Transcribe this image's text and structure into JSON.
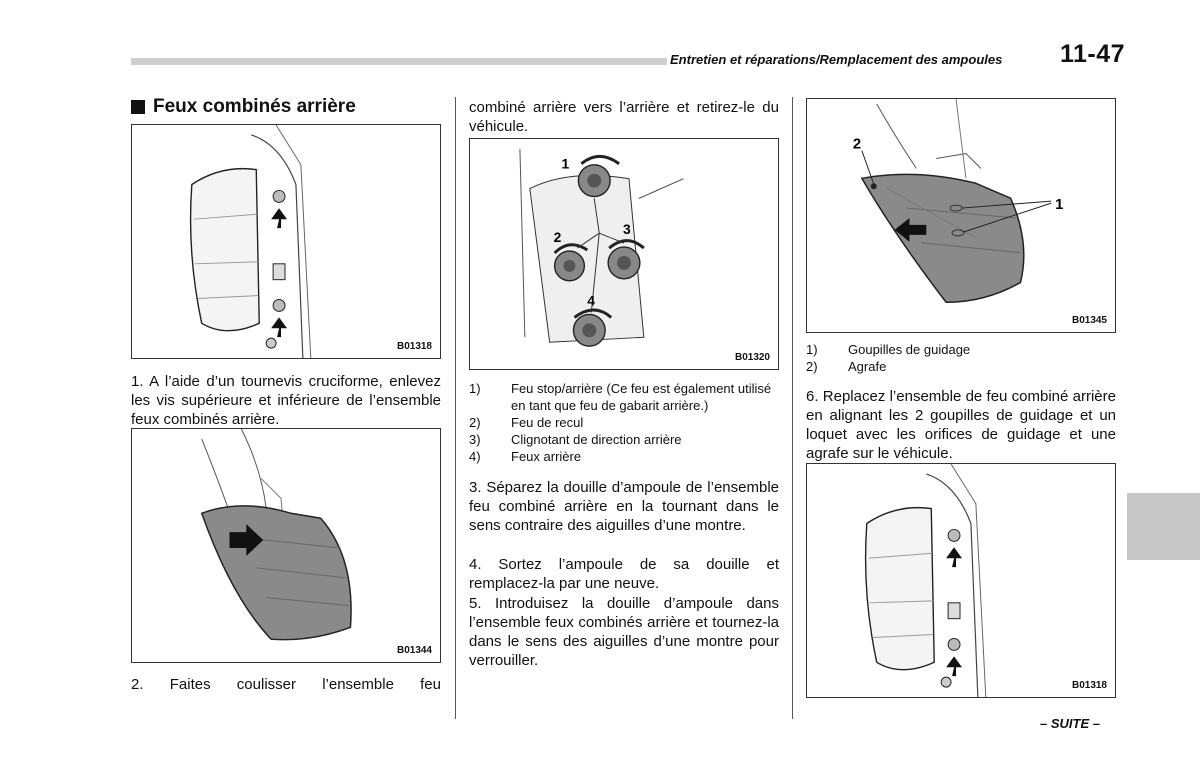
{
  "header": {
    "title": "Entretien et réparations/Remplacement des ampoules",
    "page_number": "11-47"
  },
  "section": {
    "title": "Feux combinés arrière"
  },
  "figures": {
    "fig1": {
      "code": "B01318"
    },
    "fig2": {
      "code": "B01344"
    },
    "fig3": {
      "code": "B01320",
      "callouts": [
        "1",
        "2",
        "3",
        "4"
      ]
    },
    "fig4": {
      "code": "B01345",
      "callouts": [
        "2",
        "1"
      ]
    },
    "fig5": {
      "code": "B01318"
    }
  },
  "steps": {
    "step1": "1. A l’aide d’un tournevis cruciforme, enlevez les vis supérieure et inférieure de l’ensemble feux combinés arrière.",
    "step2_start": "2. Faites coulisser l’ensemble feu",
    "step2_cont": "combiné arrière vers l’arrière et retirez-le du véhicule.",
    "step3": "3. Séparez la douille d’ampoule de l’ensemble feu combiné arrière en la tournant dans le sens contraire des aiguilles d’une montre.",
    "step4": "4. Sortez l’ampoule de sa douille et remplacez-la par une neuve.",
    "step5": "5. Introduisez la douille d’ampoule dans l’ensemble feux combinés arrière et tournez-la dans le sens des aiguilles d’une montre pour verrouiller.",
    "step6": "6. Replacez l’ensemble de feu combiné arrière en alignant les 2 goupilles de guidage et un loquet avec les orifices de guidage et une agrafe sur le véhicule."
  },
  "legend_bulbs": [
    {
      "num": "1)",
      "text": "Feu stop/arrière (Ce feu est également utilisé en tant que feu de gabarit arrière.)"
    },
    {
      "num": "2)",
      "text": "Feu de recul"
    },
    {
      "num": "3)",
      "text": "Clignotant de direction arrière"
    },
    {
      "num": "4)",
      "text": "Feux arrière"
    }
  ],
  "legend_pins": [
    {
      "num": "1)",
      "text": "Goupilles de guidage"
    },
    {
      "num": "2)",
      "text": "Agrafe"
    }
  ],
  "footer": {
    "continued": "– SUITE –"
  },
  "colors": {
    "tab_gray": "#c7c7c7",
    "rule_gray": "#cfcfcf",
    "lamp_shade": "#8a8a8a"
  }
}
